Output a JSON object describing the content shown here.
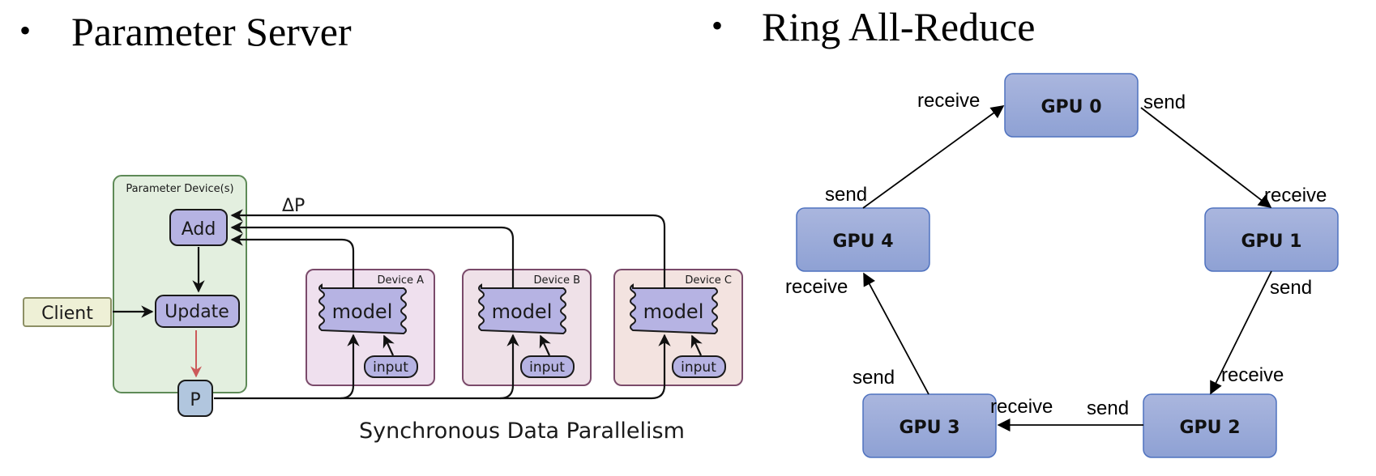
{
  "left": {
    "heading": "Parameter Server",
    "bullet": "•",
    "parameter_device_label": "Parameter Device(s)",
    "add_label": "Add",
    "update_label": "Update",
    "p_label": "P",
    "client_label": "Client",
    "delta_p_label": "ΔP",
    "devices": [
      {
        "label": "Device A",
        "model": "model",
        "input": "input"
      },
      {
        "label": "Device B",
        "model": "model",
        "input": "input"
      },
      {
        "label": "Device C",
        "model": "model",
        "input": "input"
      }
    ],
    "caption": "Synchronous Data Parallelism",
    "colors": {
      "param_box_fill": "#e3efdf",
      "param_box_stroke": "#5e8a57",
      "node_fill": "#b6b3e3",
      "p_fill": "#b1c6de",
      "client_fill": "#eef0d6",
      "client_stroke": "#8d9065",
      "device_a_fill": "#efe0ee",
      "device_b_fill": "#efe1e8",
      "device_c_fill": "#f3e3e0",
      "device_stroke": "#7a4a6a",
      "update_arrow": "#cc5a5a"
    }
  },
  "right": {
    "heading": "Ring All-Reduce",
    "bullet": "•",
    "gpus": [
      "GPU 0",
      "GPU 1",
      "GPU 2",
      "GPU 3",
      "GPU 4"
    ],
    "send_label": "send",
    "receive_label": "receive",
    "colors": {
      "gpu_fill_top": "#aab6de",
      "gpu_fill_bottom": "#8ea1d4",
      "gpu_stroke": "#4f72bf"
    }
  }
}
